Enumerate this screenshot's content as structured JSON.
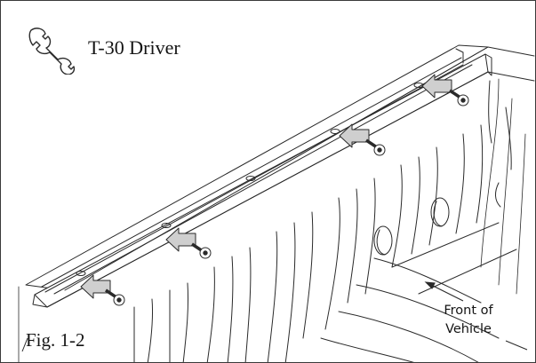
{
  "figure": {
    "tool": {
      "icon": "wrench-icon",
      "label": "T-30 Driver"
    },
    "caption": "Fig. 1-2",
    "callout": {
      "line1": "Front of",
      "line2": "Vehicle"
    },
    "fasteners": [
      {
        "name": "screw-1"
      },
      {
        "name": "screw-2"
      },
      {
        "name": "screw-3"
      },
      {
        "name": "screw-4"
      }
    ],
    "colors": {
      "line": "#2a2a2a",
      "arrow_fill": "#cfcfcf",
      "background": "#ffffff"
    }
  }
}
